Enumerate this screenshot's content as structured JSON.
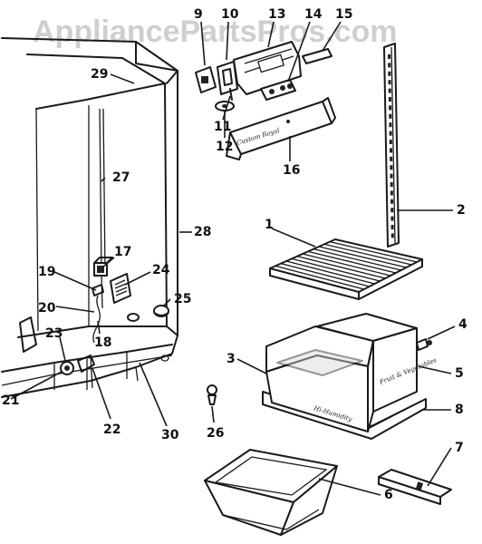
{
  "watermark": "AppliancePartsPros.com",
  "callouts": [
    {
      "id": "1",
      "label": "1"
    },
    {
      "id": "2",
      "label": "2"
    },
    {
      "id": "3",
      "label": "3"
    },
    {
      "id": "4",
      "label": "4"
    },
    {
      "id": "5",
      "label": "5"
    },
    {
      "id": "6",
      "label": "6"
    },
    {
      "id": "7",
      "label": "7"
    },
    {
      "id": "8",
      "label": "8"
    },
    {
      "id": "9",
      "label": "9"
    },
    {
      "id": "10",
      "label": "10"
    },
    {
      "id": "11",
      "label": "11"
    },
    {
      "id": "12",
      "label": "12"
    },
    {
      "id": "13",
      "label": "13"
    },
    {
      "id": "14",
      "label": "14"
    },
    {
      "id": "15",
      "label": "15"
    },
    {
      "id": "16",
      "label": "16"
    },
    {
      "id": "17",
      "label": "17"
    },
    {
      "id": "18",
      "label": "18"
    },
    {
      "id": "19",
      "label": "19"
    },
    {
      "id": "20",
      "label": "20"
    },
    {
      "id": "21",
      "label": "21"
    },
    {
      "id": "22",
      "label": "22"
    },
    {
      "id": "23",
      "label": "23"
    },
    {
      "id": "24",
      "label": "24"
    },
    {
      "id": "25",
      "label": "25"
    },
    {
      "id": "26",
      "label": "26"
    },
    {
      "id": "27",
      "label": "27"
    },
    {
      "id": "28",
      "label": "28"
    },
    {
      "id": "29",
      "label": "29"
    },
    {
      "id": "30",
      "label": "30"
    }
  ],
  "part_markings": {
    "control_cover": "Custom Royal",
    "crisper_left": "Hi-Humidity",
    "crisper_right": "Fruit & Vegetables"
  }
}
